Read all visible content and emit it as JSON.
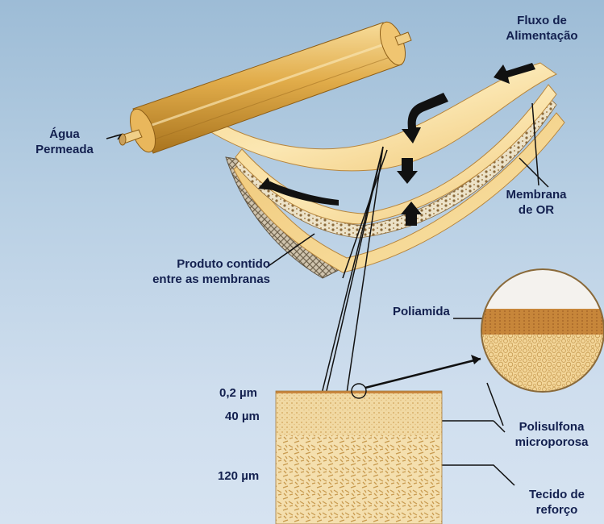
{
  "labels": {
    "feed_flow": "Fluxo de\nAlimentação",
    "permeate_water": "Água\nPermeada",
    "ro_membrane": "Membrana\nde OR",
    "product_between": "Produto contido\nentre as membranas",
    "polyamide": "Poliamida",
    "polysulfone": "Polisulfona\nmicroporosa",
    "support_fabric": "Tecido de\nreforço"
  },
  "thickness": {
    "top": "0,2 µm",
    "middle": "40 µm",
    "bottom": "120 µm"
  },
  "colors": {
    "label": "#13204f",
    "membrane": "#f3cf80",
    "roll": "#d9a642",
    "arrow": "#111111"
  }
}
